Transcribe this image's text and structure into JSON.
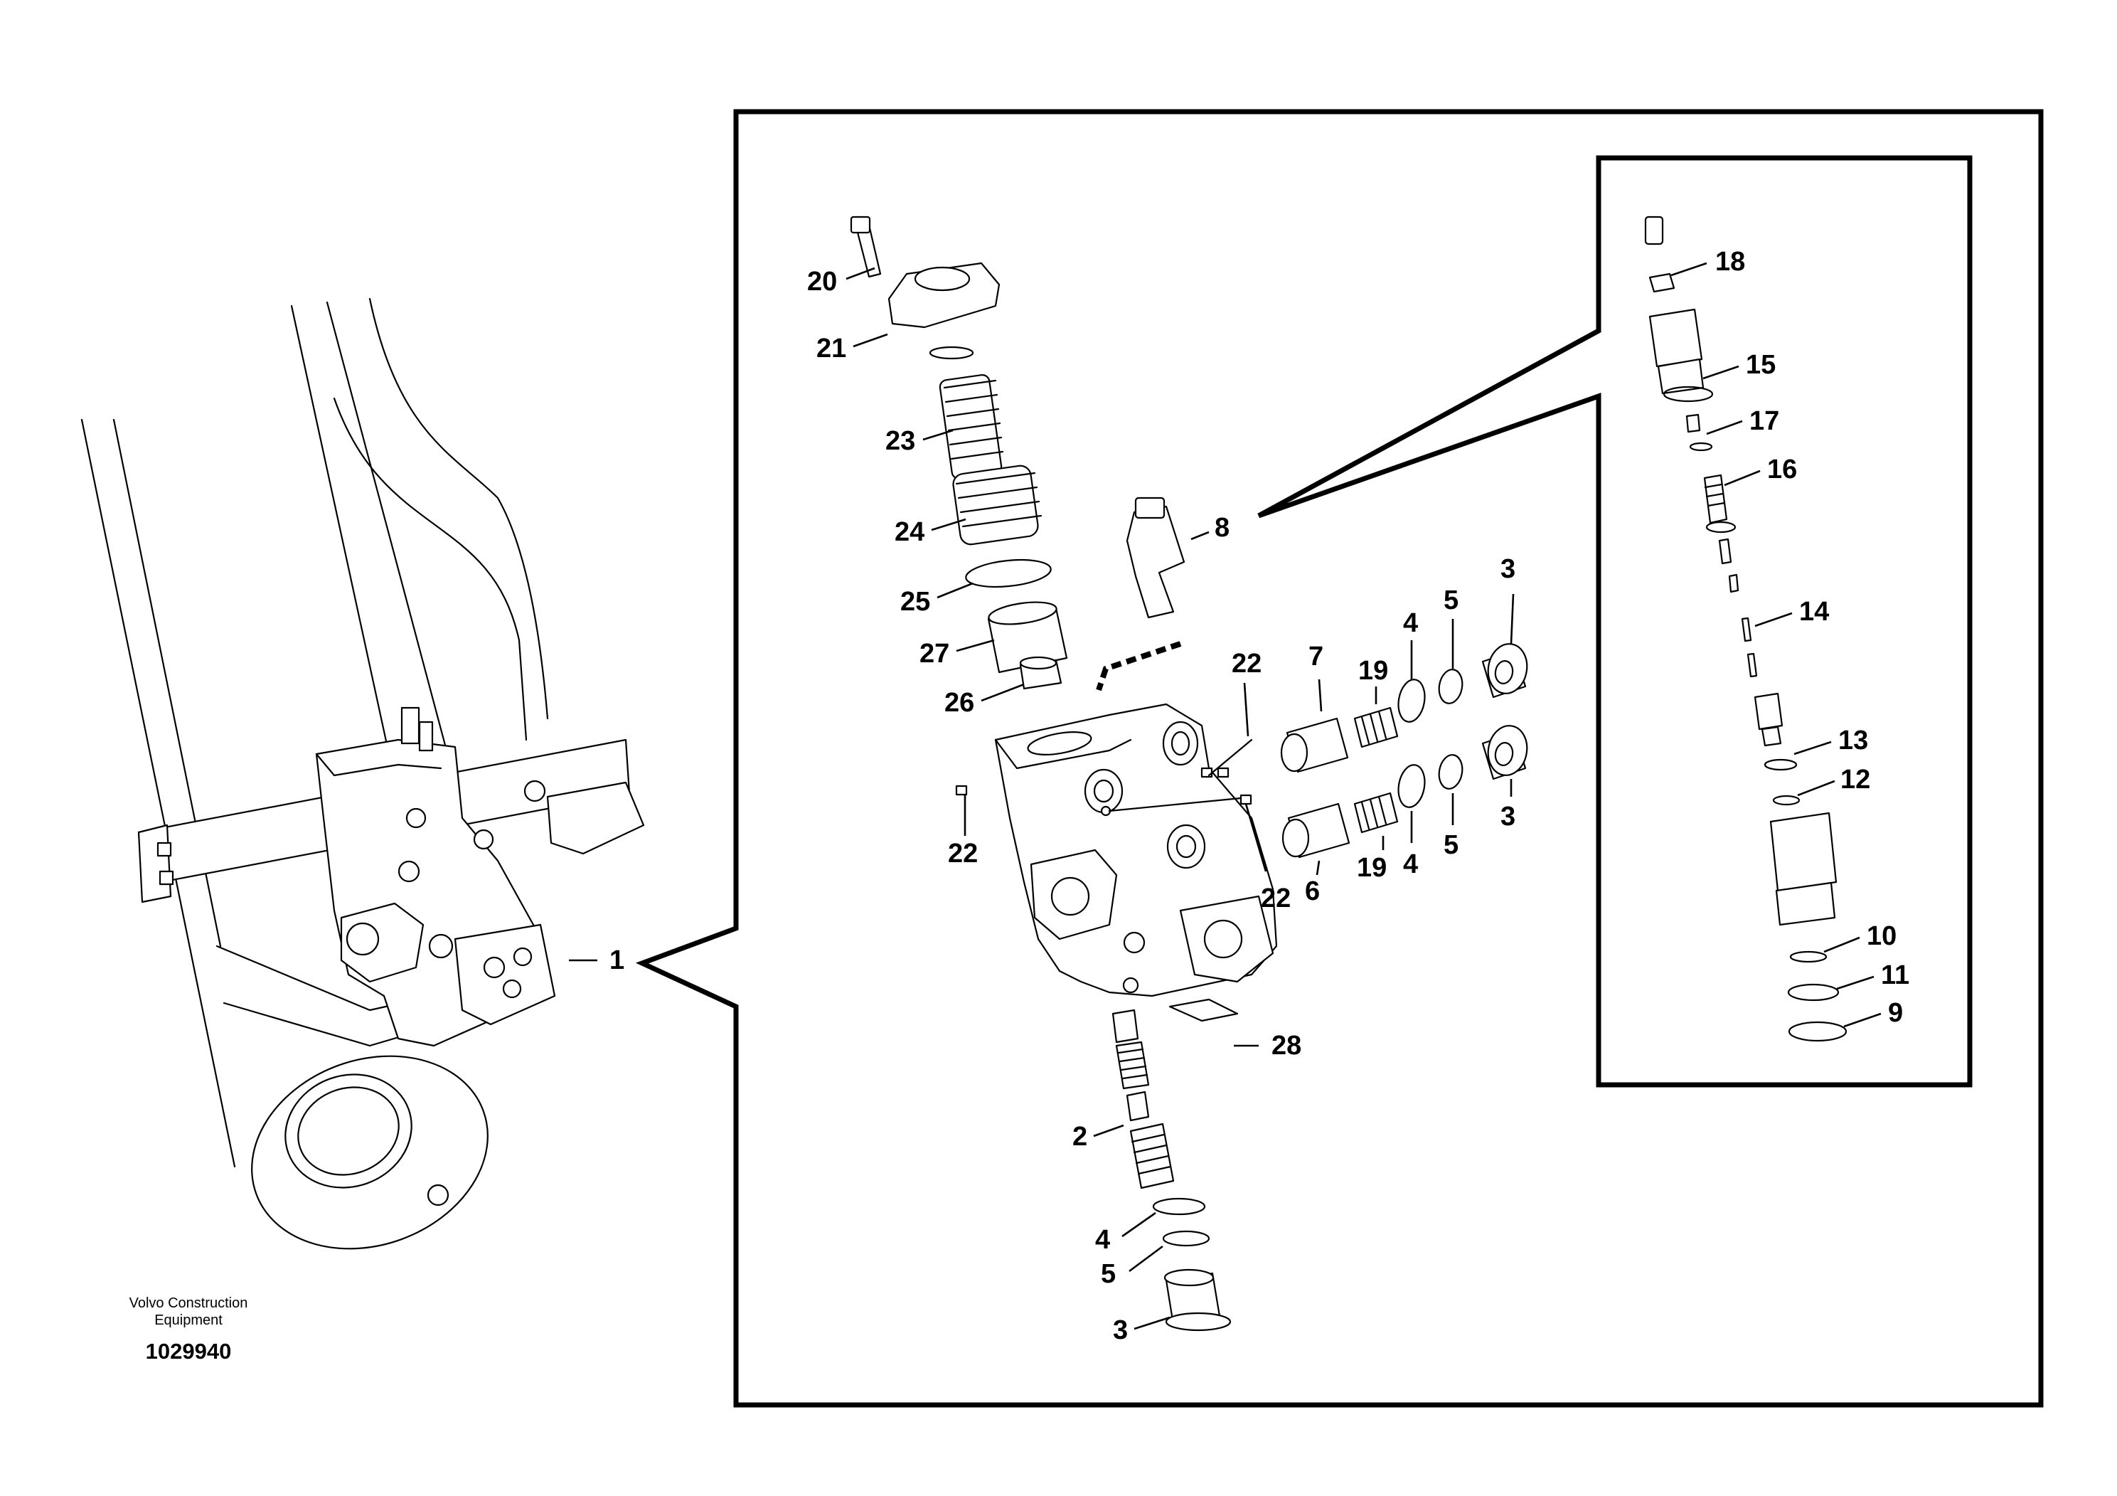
{
  "caption": {
    "company_line1": "Volvo Construction",
    "company_line2": "Equipment",
    "drawing_number": "1029940"
  },
  "callouts": {
    "c1": "1",
    "c2": "2",
    "c3a": "3",
    "c3b": "3",
    "c3c": "3",
    "c4a": "4",
    "c4b": "4",
    "c4c": "4",
    "c5a": "5",
    "c5b": "5",
    "c5c": "5",
    "c6": "6",
    "c7": "7",
    "c8": "8",
    "c9": "9",
    "c10": "10",
    "c11": "11",
    "c12": "12",
    "c13": "13",
    "c14": "14",
    "c15": "15",
    "c16": "16",
    "c17": "17",
    "c18": "18",
    "c19a": "19",
    "c19b": "19",
    "c20": "20",
    "c21": "21",
    "c22a": "22",
    "c22b": "22",
    "c22c": "22",
    "c23": "23",
    "c24": "24",
    "c25": "25",
    "c26": "26",
    "c27": "27",
    "c28": "28"
  }
}
